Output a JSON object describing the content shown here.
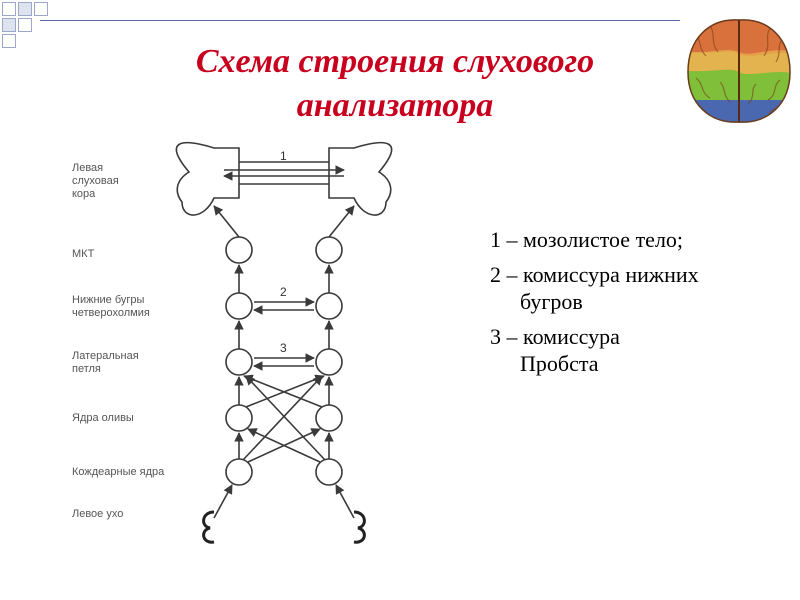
{
  "title": {
    "line1": "Схема строения слухового",
    "line2": "анализатора"
  },
  "colors": {
    "title": "#c8001e",
    "accent_rule": "#5a6aa0",
    "line": "#3a3a3a"
  },
  "diagram": {
    "label_cortex": [
      "Левая",
      "слуховая",
      "кора"
    ],
    "label_mgb": [
      "МКТ"
    ],
    "label_inferior_colliculus": [
      "Нижние бугры",
      "четверохолмия"
    ],
    "label_lateral_lemniscus": [
      "Латеральная",
      "петля"
    ],
    "label_olive": [
      "Ядра оливы"
    ],
    "label_cochlear": [
      "Кождеарные ядра"
    ],
    "label_ear": [
      "Левое ухо"
    ],
    "num1": "1",
    "num2": "2",
    "num3": "3"
  },
  "legend": {
    "item1": [
      "1 – мозолистое тело;"
    ],
    "item2": [
      "2 – комиссура нижних",
      "бугров"
    ],
    "item3": [
      "3 – комиссура",
      "Пробста"
    ]
  },
  "icons": {
    "brain": "brain-icon",
    "ear_left": "ear-icon",
    "ear_right": "ear-icon"
  }
}
